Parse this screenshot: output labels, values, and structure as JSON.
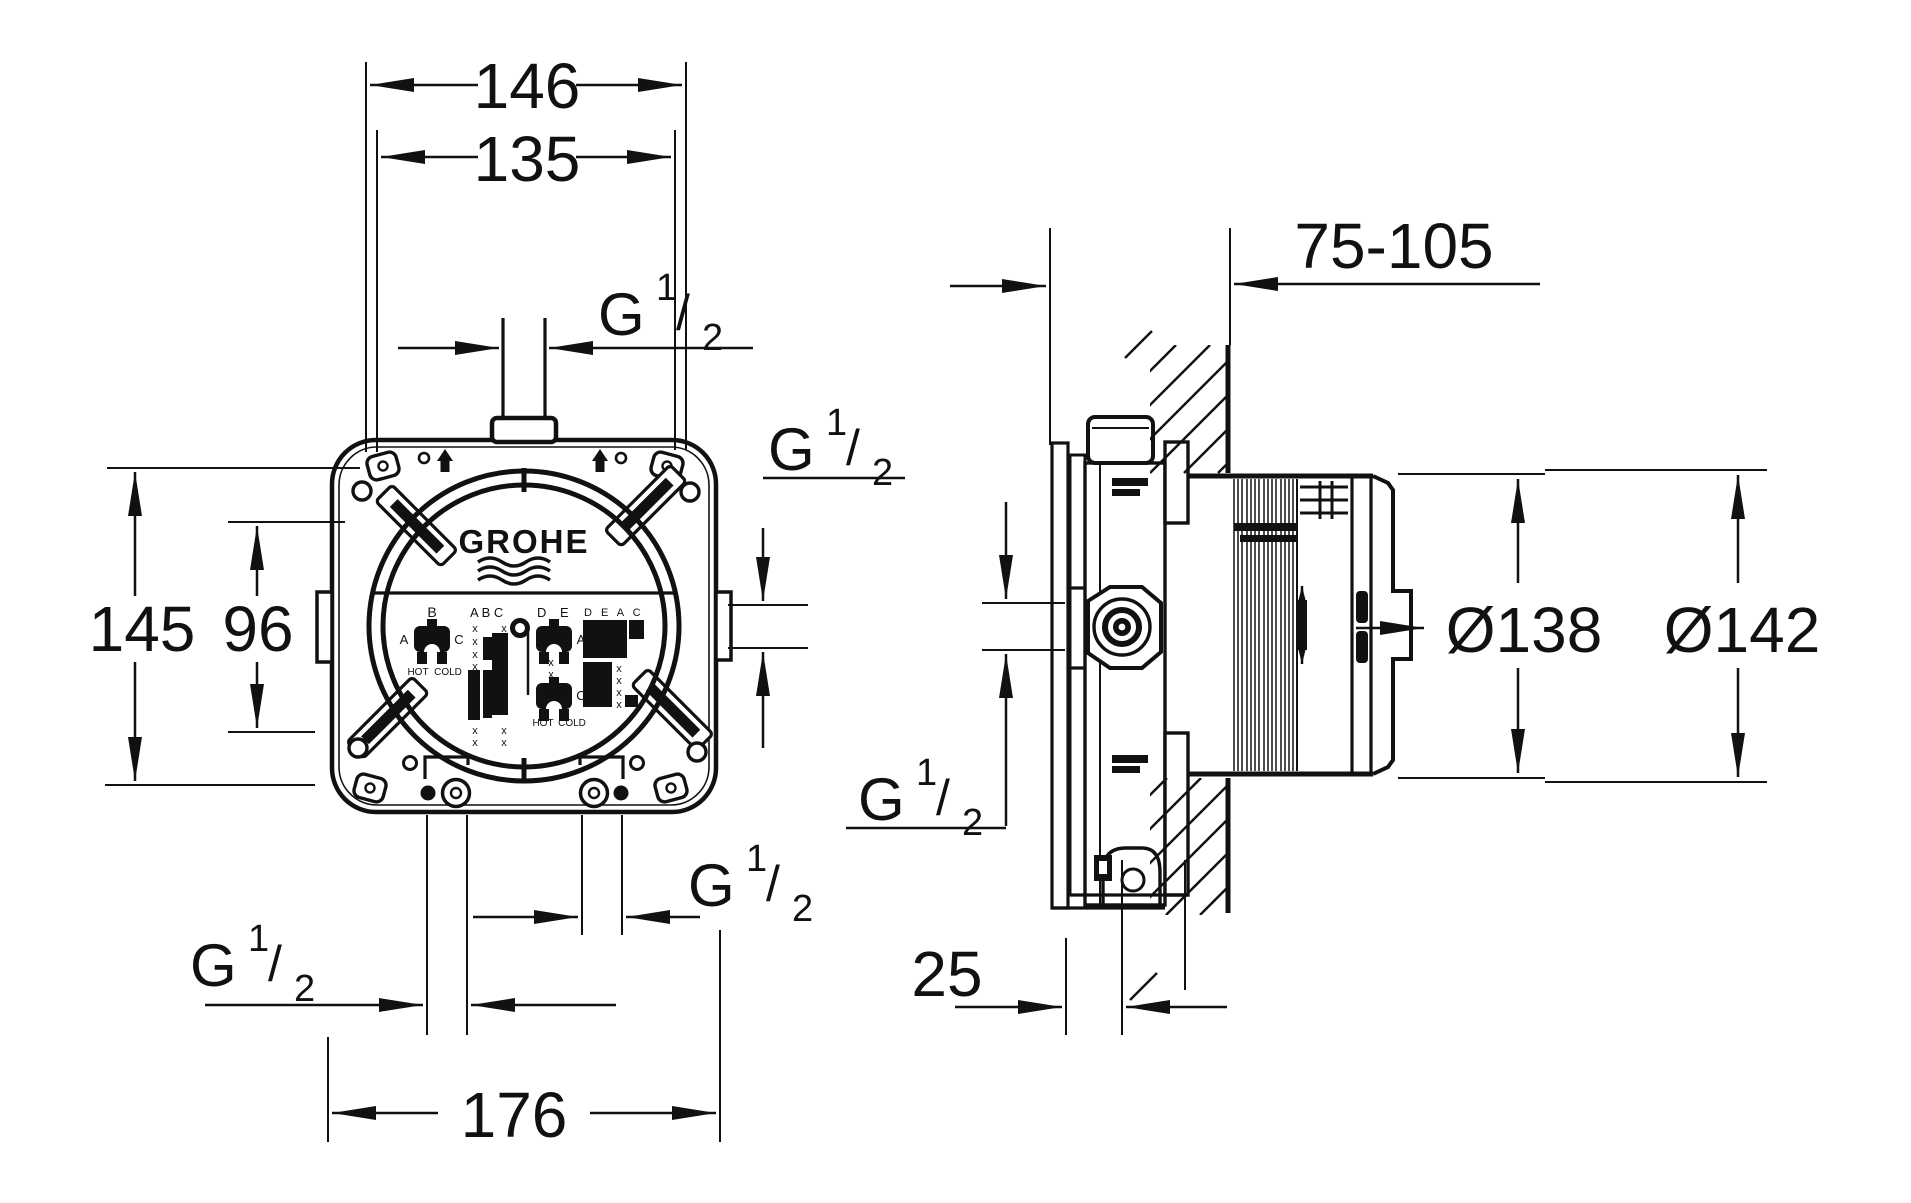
{
  "front_view": {
    "dim_labels": {
      "width_outer": "146",
      "width_inner": "135",
      "height_outer": "145",
      "height_inner": "96",
      "width_bottom": "176"
    },
    "thread_label": {
      "g": "G",
      "numerator": "1",
      "slash": "/",
      "denominator": "2"
    },
    "logo_text": "GROHE",
    "sticker": {
      "col1_top": "B",
      "col1_left": "A",
      "col1_right": "C",
      "hot": "HOT",
      "cold": "COLD",
      "col2_header": "A B C",
      "col3_header": "D E",
      "col3_right_top": "A",
      "col3_right_bottom": "C",
      "col4_header": "D E A C",
      "x_mark": "x"
    }
  },
  "side_view": {
    "dim_labels": {
      "depth_range": "75-105",
      "bracket_offset": "25",
      "sleeve_diameter": "Ø138",
      "flange_diameter": "Ø142"
    }
  }
}
